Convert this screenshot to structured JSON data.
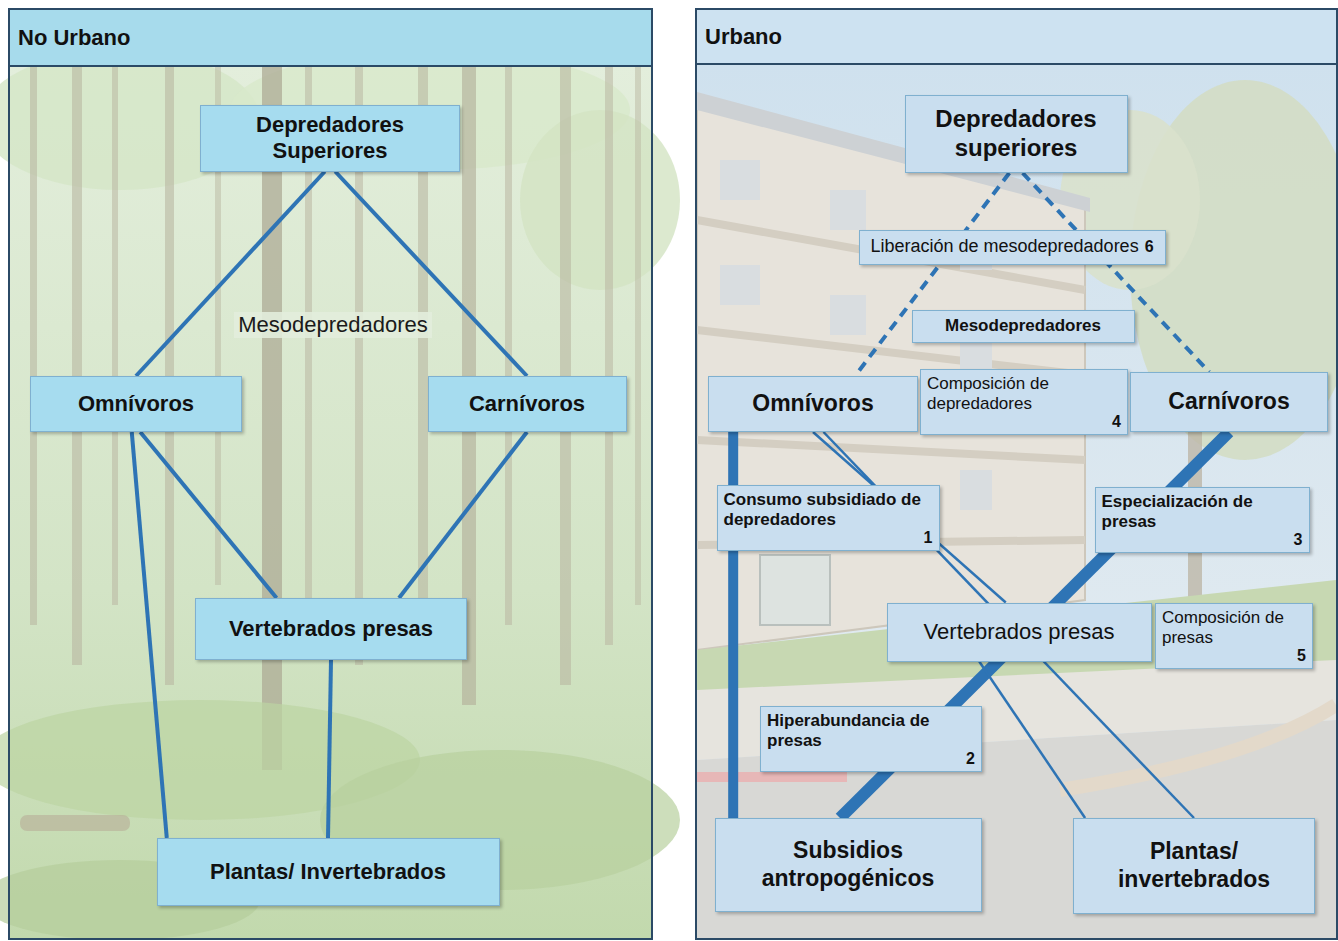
{
  "diagram": {
    "nodes": [
      {
        "text": [
          "No Urbano"
        ]
      },
      {
        "text": [
          "Depredadores Superiores"
        ],
        "in": 0
      },
      {
        "text": [
          "Omnívoros"
        ],
        "in": 0
      },
      {
        "text": [
          "Carnívoros"
        ],
        "in": 0
      },
      {
        "text": [
          "Vertebrados presas"
        ],
        "in": 0
      },
      {
        "text": [
          "Plantas/ Invertebrados"
        ],
        "in": 0
      },
      {
        "text": [
          "Urbano"
        ]
      },
      {
        "text": [
          "Depredadores superiores"
        ],
        "in": 6
      },
      {
        "text": [
          "Liberación de mesodepredadores",
          "6"
        ],
        "in": 6
      },
      {
        "text": [
          "Mesodepredadores"
        ],
        "in": 6
      },
      {
        "text": [
          "Omnívoros"
        ],
        "in": 6
      },
      {
        "text": [
          "Composición de depredadores",
          "4"
        ],
        "in": 6
      },
      {
        "text": [
          "Carnívoros"
        ],
        "in": 6
      },
      {
        "text": [
          "Consumo subsidiado de depredadores",
          "1"
        ],
        "in": 6
      },
      {
        "text": [
          "Especialización de presas",
          "3"
        ],
        "in": 6
      },
      {
        "text": [
          "Vertebrados presas"
        ],
        "in": 6
      },
      {
        "text": [
          "Composición de presas",
          "5"
        ],
        "in": 6
      },
      {
        "text": [
          "Hiperabundancia de presas",
          "2"
        ],
        "in": 6
      },
      {
        "text": [
          "Subsidios antropogénicos"
        ],
        "in": 6
      },
      {
        "text": [
          "Plantas/ invertebrados"
        ],
        "in": 6
      }
    ],
    "edges": [
      {
        "from": 1,
        "to": 2,
        "arrow": "none"
      },
      {
        "from": 1,
        "to": 3,
        "arrow": "none"
      },
      {
        "from": 2,
        "to": 4,
        "arrow": "none"
      },
      {
        "from": 3,
        "to": 4,
        "arrow": "none"
      },
      {
        "from": 2,
        "to": 5,
        "arrow": "none"
      },
      {
        "from": 4,
        "to": 5,
        "arrow": "none"
      },
      {
        "from": 7,
        "to": 10,
        "arrow": "none"
      },
      {
        "from": 7,
        "to": 12,
        "arrow": "none"
      },
      {
        "from": 10,
        "to": 18,
        "arrow": "none"
      },
      {
        "from": 12,
        "to": 18,
        "arrow": "none"
      },
      {
        "from": 10,
        "to": 15,
        "arrow": "none"
      },
      {
        "from": 10,
        "to": 19,
        "arrow": "none"
      },
      {
        "from": 15,
        "to": 19,
        "arrow": "none"
      }
    ],
    "labels": [
      "Mesodepredadores"
    ]
  }
}
